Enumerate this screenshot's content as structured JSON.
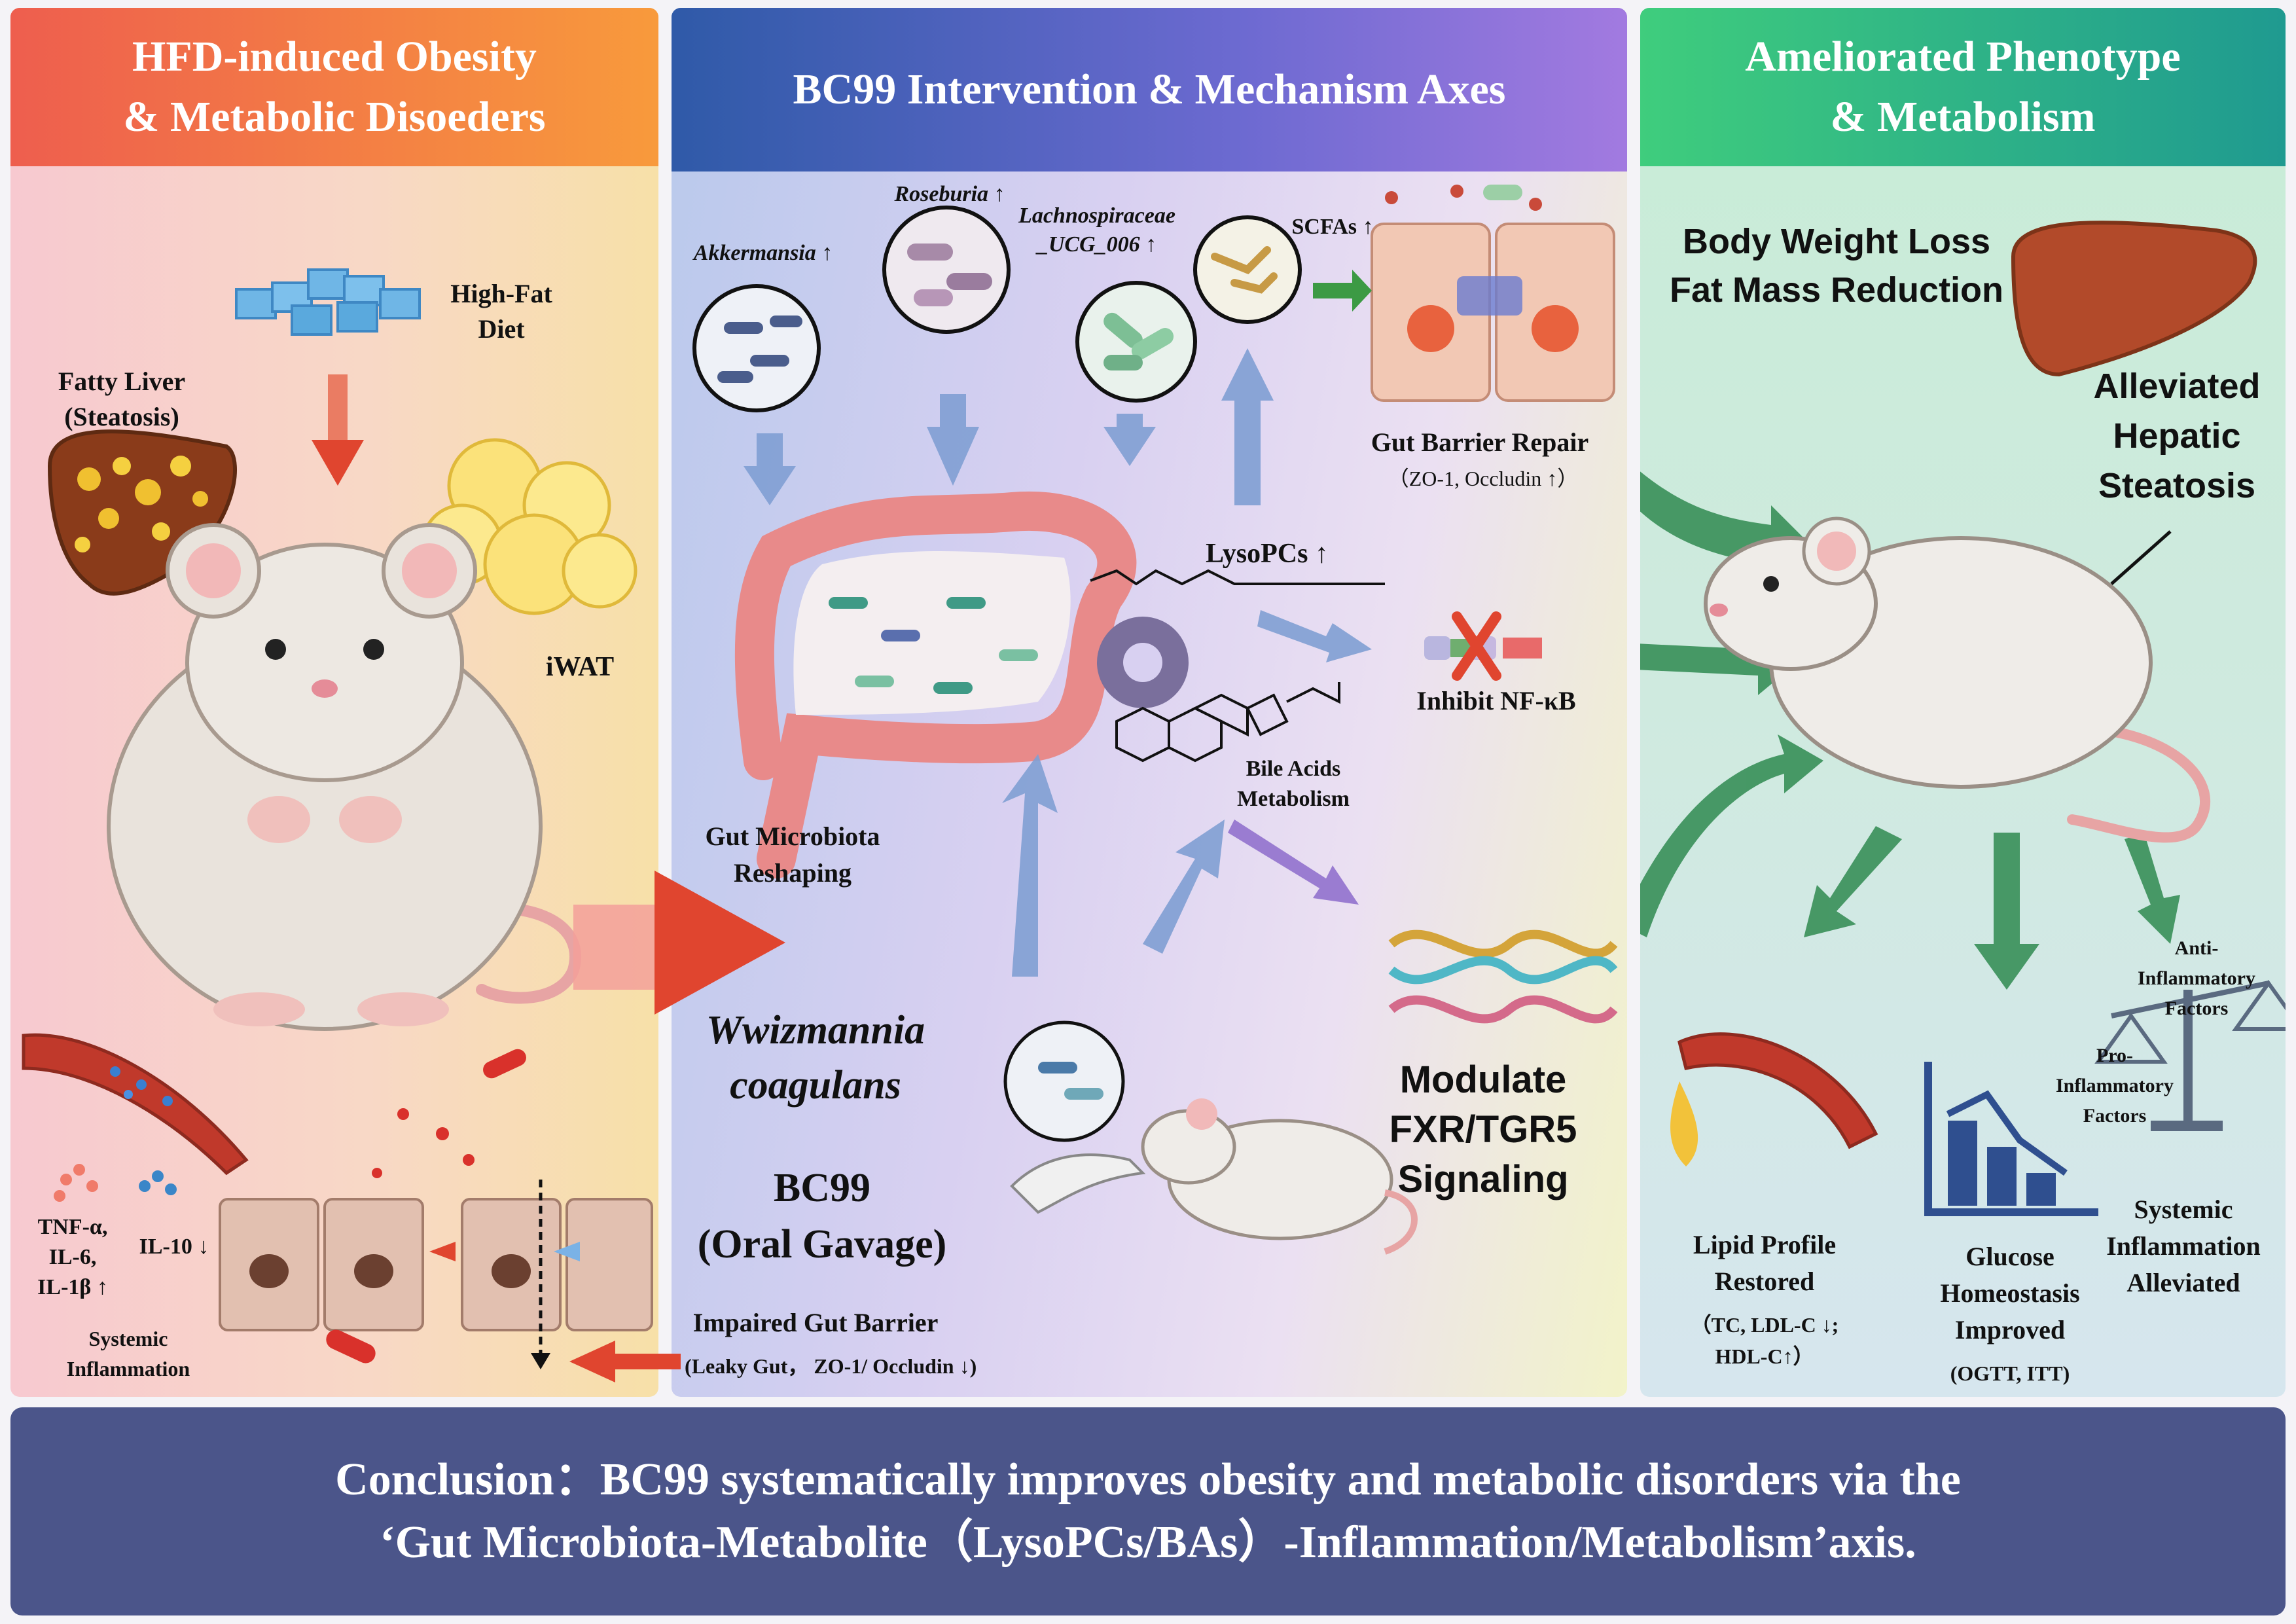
{
  "panels": {
    "left": {
      "title_line1": "HFD-induced Obesity",
      "title_line2": "& Metabolic Disoeders",
      "high_fat_line1": "High-Fat",
      "high_fat_line2": "Diet",
      "fatty_liver_line1": "Fatty Liver",
      "fatty_liver_line2": "(Steatosis)",
      "iwat": "iWAT",
      "cytokines_line1": "TNF-α,",
      "cytokines_line2": "IL-6,",
      "cytokines_line3": "IL-1β ↑",
      "il10": "IL-10 ↓",
      "systemic_line1": "Systemic",
      "systemic_line2": "Inflammation"
    },
    "middle": {
      "title": "BC99 Intervention & Mechanism Axes",
      "akkermansia": "Akkermansia ↑",
      "roseburia": "Roseburia ↑",
      "lachno_line1": "Lachnospiraceae",
      "lachno_line2": "_UCG_006 ↑",
      "scfas": "SCFAs ↑",
      "gut_barrier_repair": "Gut Barrier Repair",
      "gut_barrier_repair_detail": "（ZO-1, Occludin ↑）",
      "lysopcs": "LysoPCs ↑",
      "inhibit_nfkb": "Inhibit NF-κB",
      "bile_acids_line1": "Bile Acids",
      "bile_acids_line2": "Metabolism",
      "gut_microbiota_line1": "Gut Microbiota",
      "gut_microbiota_line2": "Reshaping",
      "species_line1": "Wwizmannia",
      "species_line2": "coagulans",
      "bc99_line1": "BC99",
      "bc99_line2": "(Oral Gavage)",
      "modulate_line1": "Modulate",
      "modulate_line2": "FXR/TGR5",
      "modulate_line3": "Signaling",
      "impaired_barrier": "Impaired Gut Barrier",
      "impaired_barrier_detail": "(Leaky Gut，  ZO-1/ Occludin ↓)"
    },
    "right": {
      "title_line1": "Ameliorated Phenotype",
      "title_line2": "& Metabolism",
      "body_weight": "Body Weight Loss",
      "fat_mass": "Fat Mass Reduction",
      "hepatic_line1": "Alleviated",
      "hepatic_line2": "Hepatic",
      "hepatic_line3": "Steatosis",
      "anti_inflam_line1": "Anti-",
      "anti_inflam_line2": "Inflammatory",
      "anti_inflam_line3": "Factors",
      "pro_inflam_line1": "Pro-",
      "pro_inflam_line2": "Inflammatory",
      "pro_inflam_line3": "Factors",
      "lipid_line1": "Lipid Profile",
      "lipid_line2": "Restored",
      "lipid_detail_line1": "（TC, LDL-C ↓;",
      "lipid_detail_line2": "HDL-C↑）",
      "glucose_line1": "Glucose",
      "glucose_line2": "Homeostasis",
      "glucose_line3": "Improved",
      "glucose_detail": "(OGTT, ITT)",
      "systemic_line1": "Systemic",
      "systemic_line2": "Inflammation",
      "systemic_line3": "Alleviated"
    }
  },
  "conclusion": {
    "line1": "Conclusion：BC99 systematically improves obesity and metabolic disorders via the",
    "line2": "‘Gut Microbiota-Metabolite（LysoPCs/BAs）-Inflammation/Metabolism’axis."
  },
  "colors": {
    "left_header": "#f27a44",
    "middle_header": "#4f5fc0",
    "right_header": "#2fb387",
    "conclusion_bar": "#4b558a",
    "arrow_red": "#e0452f",
    "arrow_blue": "#5f82bf",
    "arrow_green": "#2f8a50"
  }
}
